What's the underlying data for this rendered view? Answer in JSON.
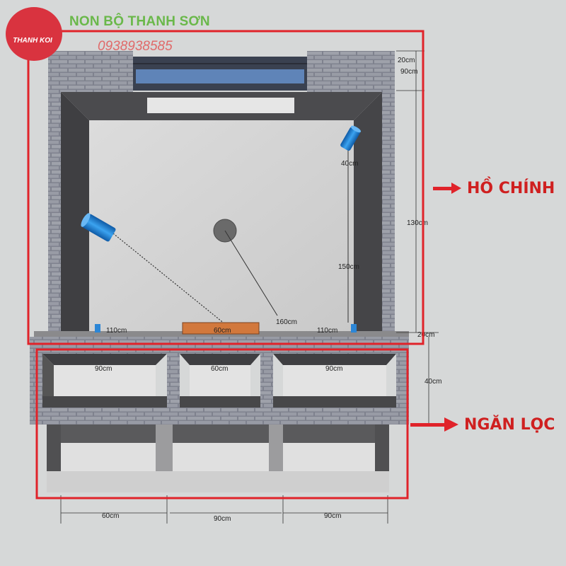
{
  "brand": {
    "logo_text": "THANH KOI",
    "name": "NON BỘ THANH SƠN",
    "phone": "0938938585"
  },
  "labels": {
    "main_pond": "HỒ CHÍNH",
    "filter_chamber": "NGĂN LỌC"
  },
  "dimensions": {
    "wall_thickness": "20cm",
    "top_right_width": "90cm",
    "pipe_height": "40cm",
    "pond_depth_total": "130cm",
    "inner_height": "150cm",
    "diagonal": "160cm",
    "left_gap": "110cm",
    "center_gap": "60cm",
    "right_gap": "110cm",
    "wall_right": "20cm",
    "filter_col1": "90cm",
    "filter_col2": "60cm",
    "filter_col3": "90cm",
    "filter_height": "40cm",
    "bottom_col1": "60cm",
    "bottom_col2": "90cm",
    "bottom_col3": "90cm"
  },
  "colors": {
    "highlight": "#e0232a",
    "pipe": "#1f7fd0",
    "brick": "#8c8f99",
    "dark_wall": "#4a4a4c"
  }
}
